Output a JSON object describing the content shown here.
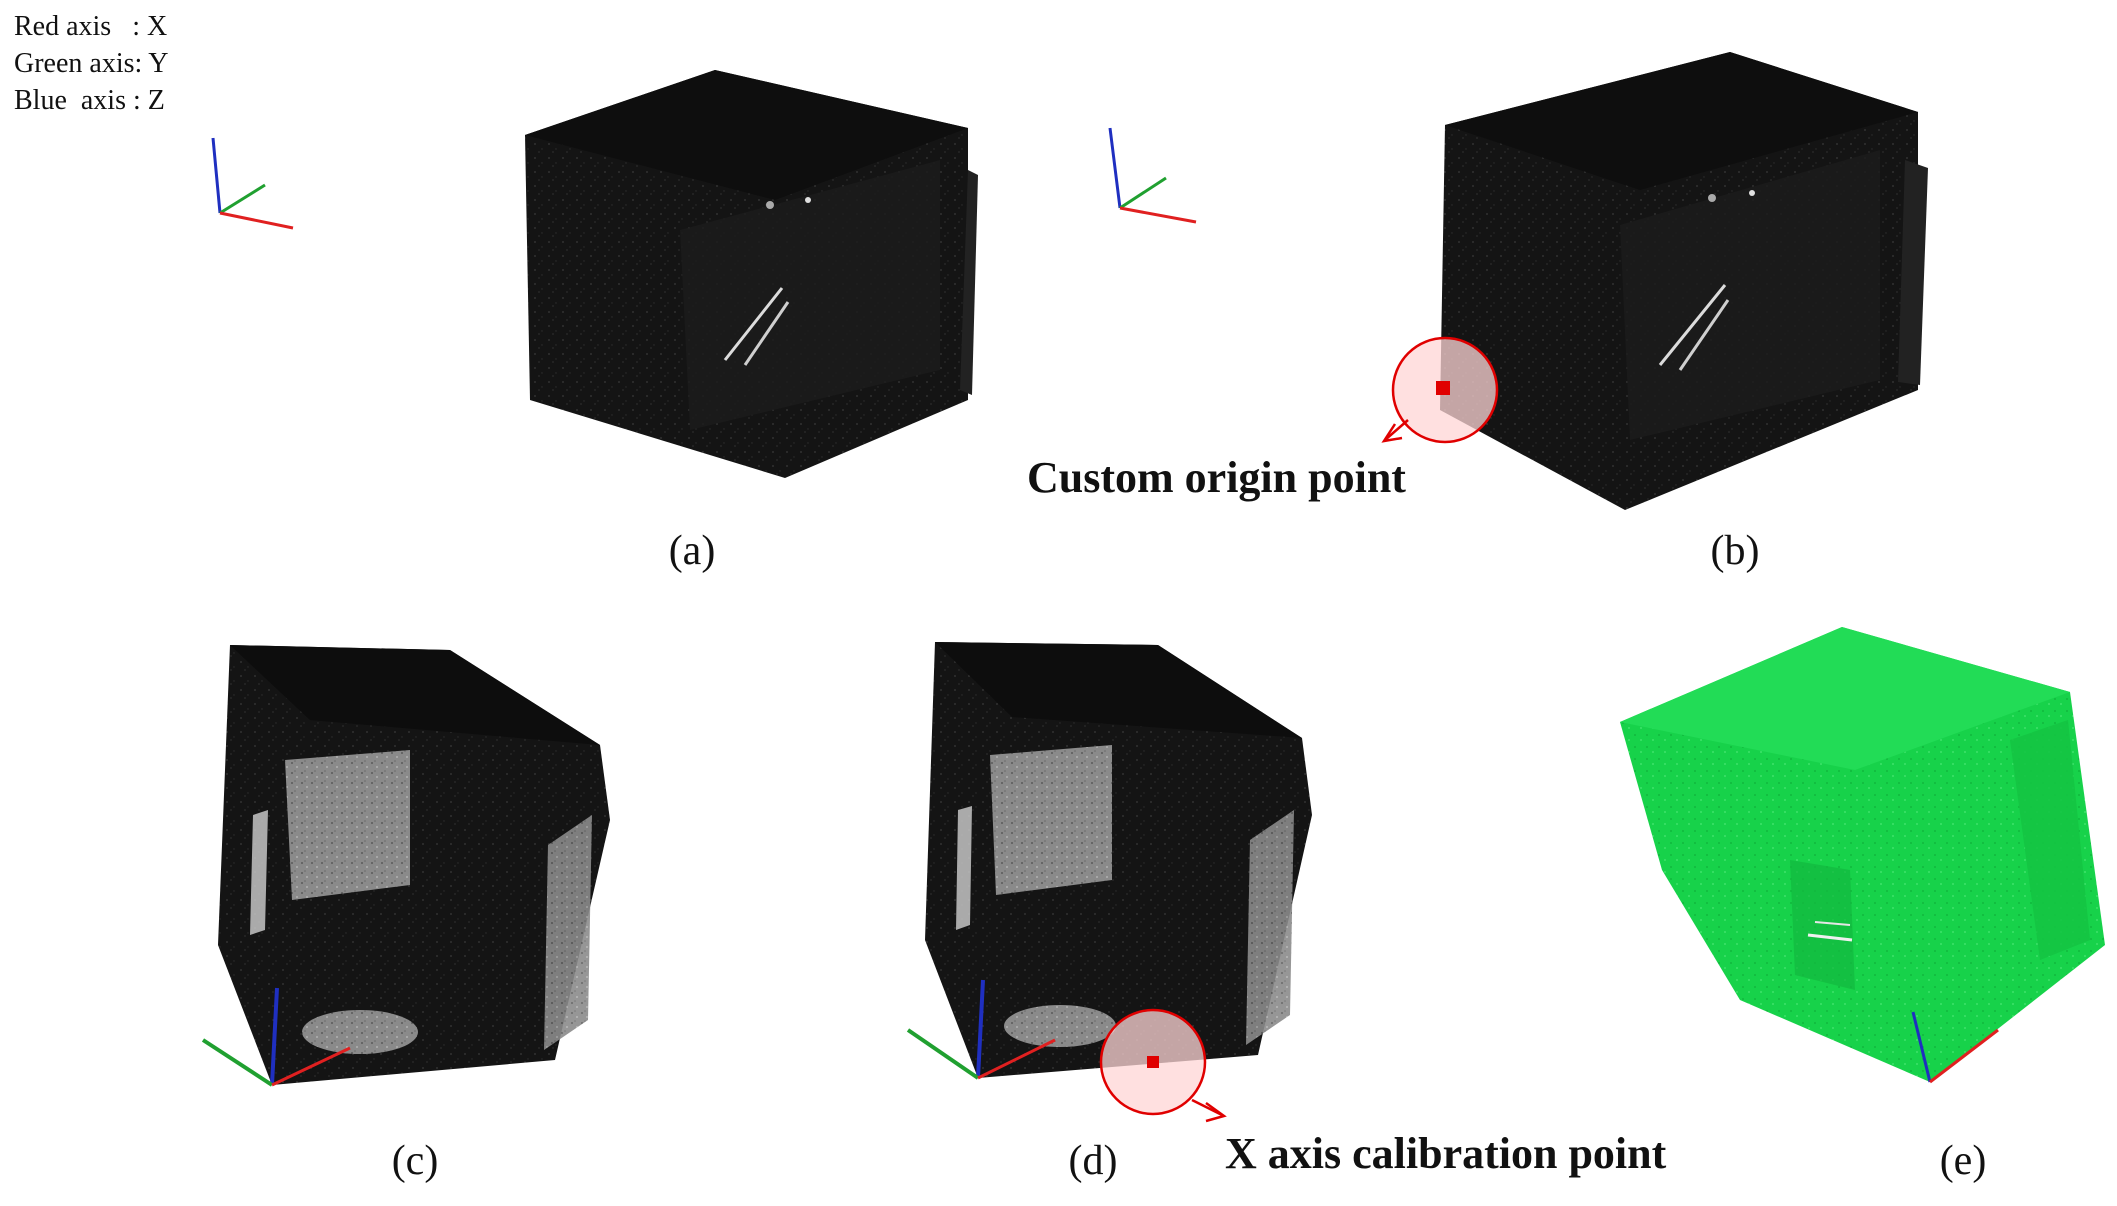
{
  "legend": {
    "line1": "Red axis   : X",
    "line2": "Green axis: Y",
    "line3": "Blue  axis : Z"
  },
  "captions": {
    "a": "(a)",
    "b": "(b)",
    "c": "(c)",
    "d": "(d)",
    "e": "(e)"
  },
  "annotations": {
    "origin": "Custom origin point",
    "x_calibration": "X axis calibration point"
  },
  "colors": {
    "x_axis": "#e02020",
    "y_axis": "#20a030",
    "z_axis": "#1f2fc0",
    "point_cloud": "#151515",
    "highlight_cloud": "#17d24a",
    "marker": "#e00000",
    "marker_fill": "#ffd6d6"
  }
}
